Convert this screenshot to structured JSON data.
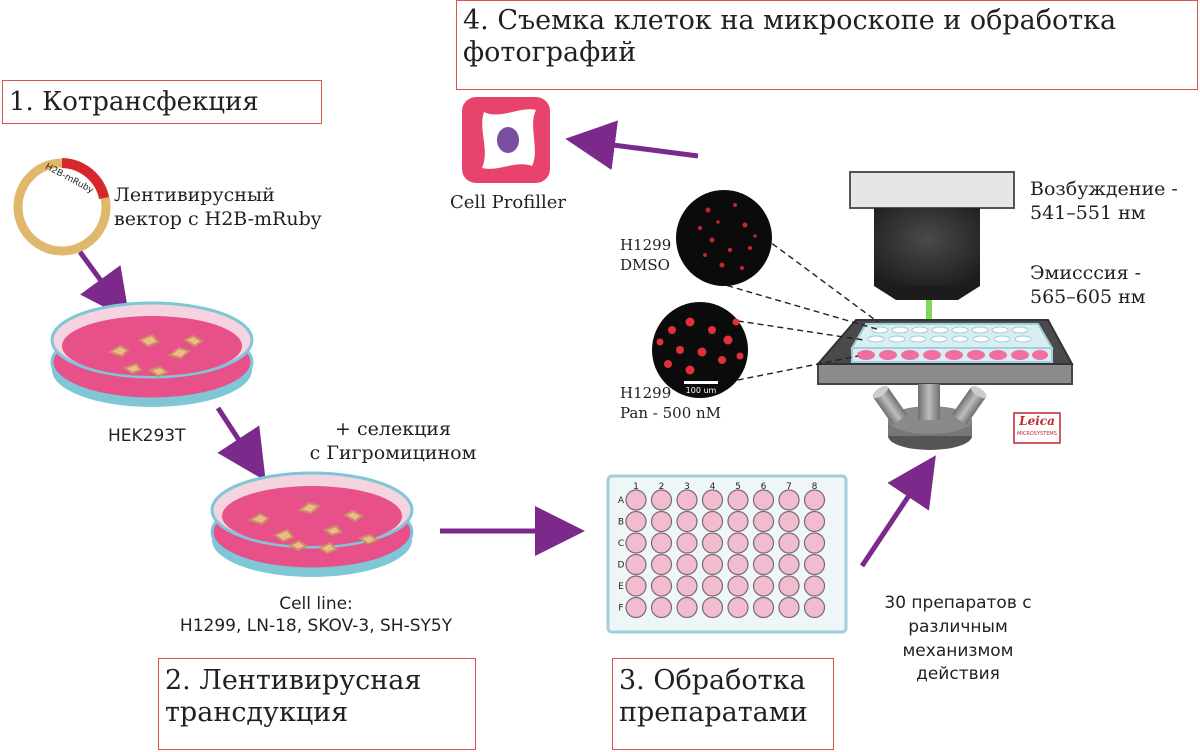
{
  "steps": {
    "step1": "1. Котрансфекция",
    "step2_line1": "2. Лентивирусная",
    "step2_line2": "трансдукция",
    "step3_line1": "3. Обработка",
    "step3_line2": "препаратами",
    "step4_line1": "4. Съемка клеток на микроскопе и обработка",
    "step4_line2": "фотографий"
  },
  "vector": {
    "plasmid_label": "H2B-mRuby",
    "desc_line1": "Лентивирусный",
    "desc_line2": "вектор с H2B-mRuby"
  },
  "cells": {
    "hek": "HEK293T",
    "selection_line1": "+ селекция",
    "selection_line2": "с Гигромицином",
    "cell_line_title": "Cell line:",
    "cell_line_list": "H1299, LN-18, SKOV-3, SH-SY5Y"
  },
  "plate": {
    "columns": [
      "1",
      "2",
      "3",
      "4",
      "5",
      "6",
      "7",
      "8"
    ],
    "rows": [
      "A",
      "B",
      "C",
      "D",
      "E",
      "F"
    ]
  },
  "drugs": {
    "line1": "30 препаратов с",
    "line2": "различным",
    "line3": "механизмом",
    "line4": "действия"
  },
  "microscope": {
    "excitation_line1": "Возбуждение -",
    "excitation_line2": "541–551 нм",
    "emission_line1": "Эмисссия -",
    "emission_line2": "565–605 нм",
    "brand": "Leica",
    "brand_sub": "MICROSYSTEMS"
  },
  "images": {
    "sample1_line1": "H1299",
    "sample1_line2": "DMSO",
    "sample2_line1": "H1299",
    "sample2_line2": "Pan - 500 nM",
    "scale_bar": "100 um"
  },
  "software": {
    "name": "Cell Profiller"
  },
  "colors": {
    "arrow": "#7b2a8c",
    "box_border": "#d9534f",
    "dish_fill": "#e8508a",
    "dish_rim": "#7fc6d6",
    "well": "#f2bcd0",
    "plasmid_ring": "#e0b86b",
    "plasmid_insert": "#d7262e",
    "app_icon": "#e8446b",
    "fluor_green": "#7ed957"
  }
}
